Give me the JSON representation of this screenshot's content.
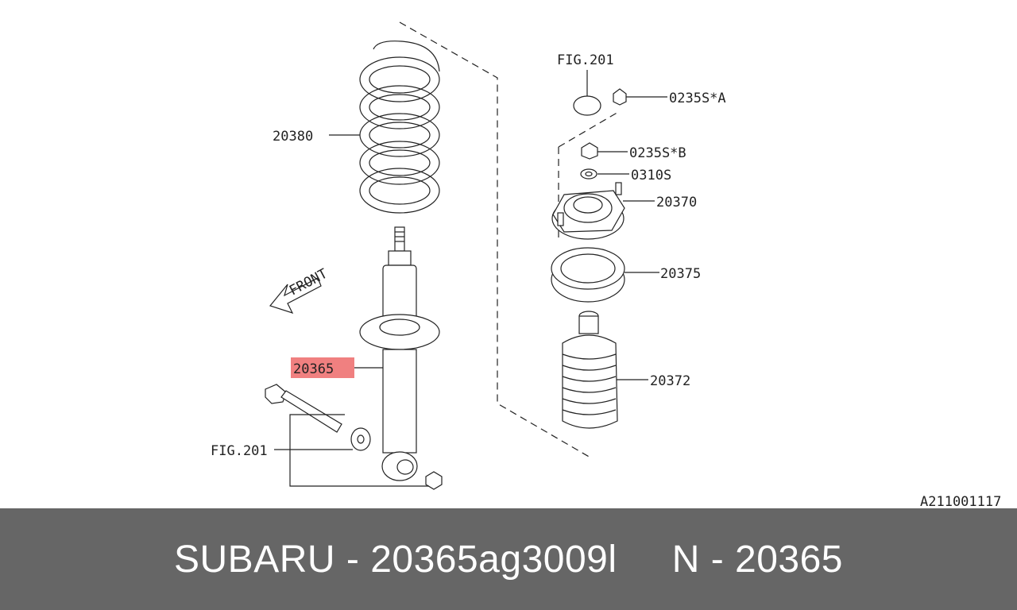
{
  "labels": {
    "spring": "20380",
    "shock": "20365",
    "fig_top": "FIG.201",
    "nut_a": "0235S*A",
    "nut_b": "0235S*B",
    "washer": "0310S",
    "mount": "20370",
    "seat": "20375",
    "boot": "20372",
    "fig_bottom": "FIG.201",
    "front": "FRONT",
    "diagram_code": "A211001117"
  },
  "footer": {
    "text": "SUBARU - 20365ag3009l     N - 20365"
  },
  "colors": {
    "highlight": "#f08080",
    "footer_bg": "#666666"
  }
}
